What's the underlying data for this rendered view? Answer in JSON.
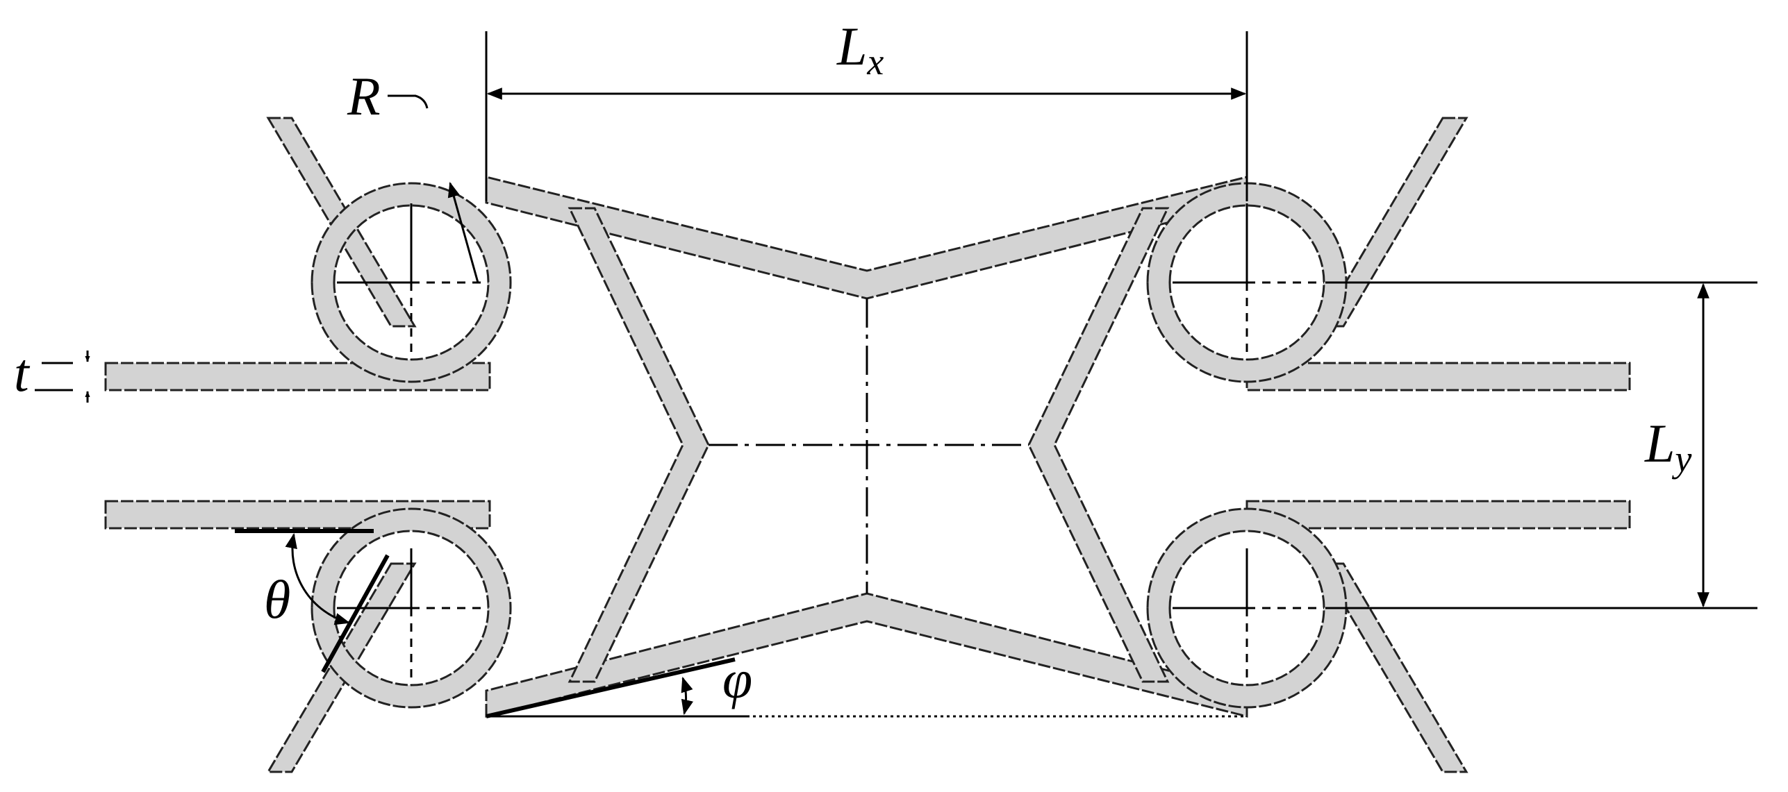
{
  "labels": {
    "R": "R",
    "Lx_main": "L",
    "Lx_sub": "x",
    "Ly_main": "L",
    "Ly_sub": "y",
    "t": "t",
    "theta": "θ",
    "phi": "φ"
  },
  "colors": {
    "fill": "#d3d3d3",
    "stroke": "#222222",
    "line": "#000000",
    "background": "#ffffff"
  }
}
